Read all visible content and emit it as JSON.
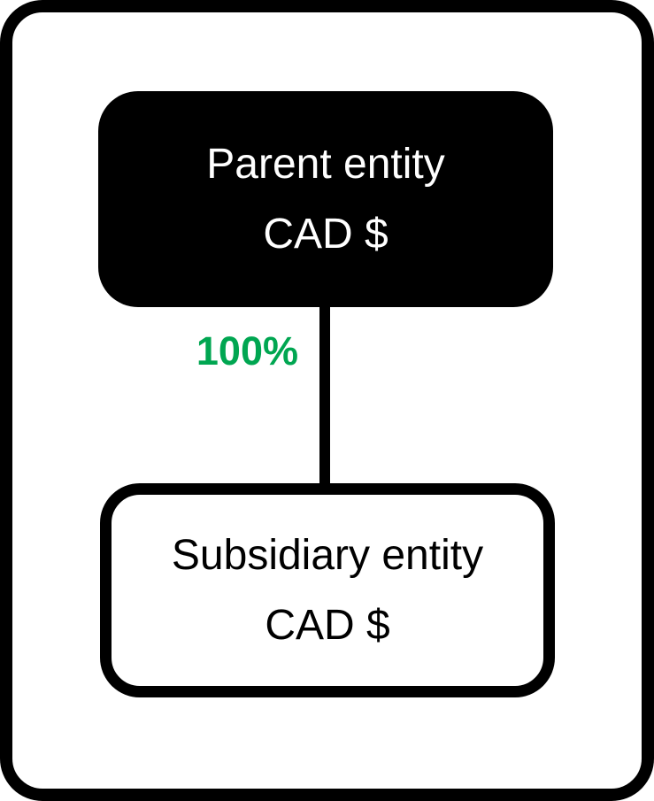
{
  "diagram": {
    "nodes": {
      "parent": {
        "name": "Parent entity",
        "currency": "CAD $"
      },
      "subsidiary": {
        "name": "Subsidiary entity",
        "currency": "CAD $"
      }
    },
    "edge": {
      "ownership": "100%"
    },
    "colors": {
      "node_fill": "#000000",
      "line": "#000000",
      "ownership_text": "#00a651",
      "background": "#ffffff"
    }
  }
}
